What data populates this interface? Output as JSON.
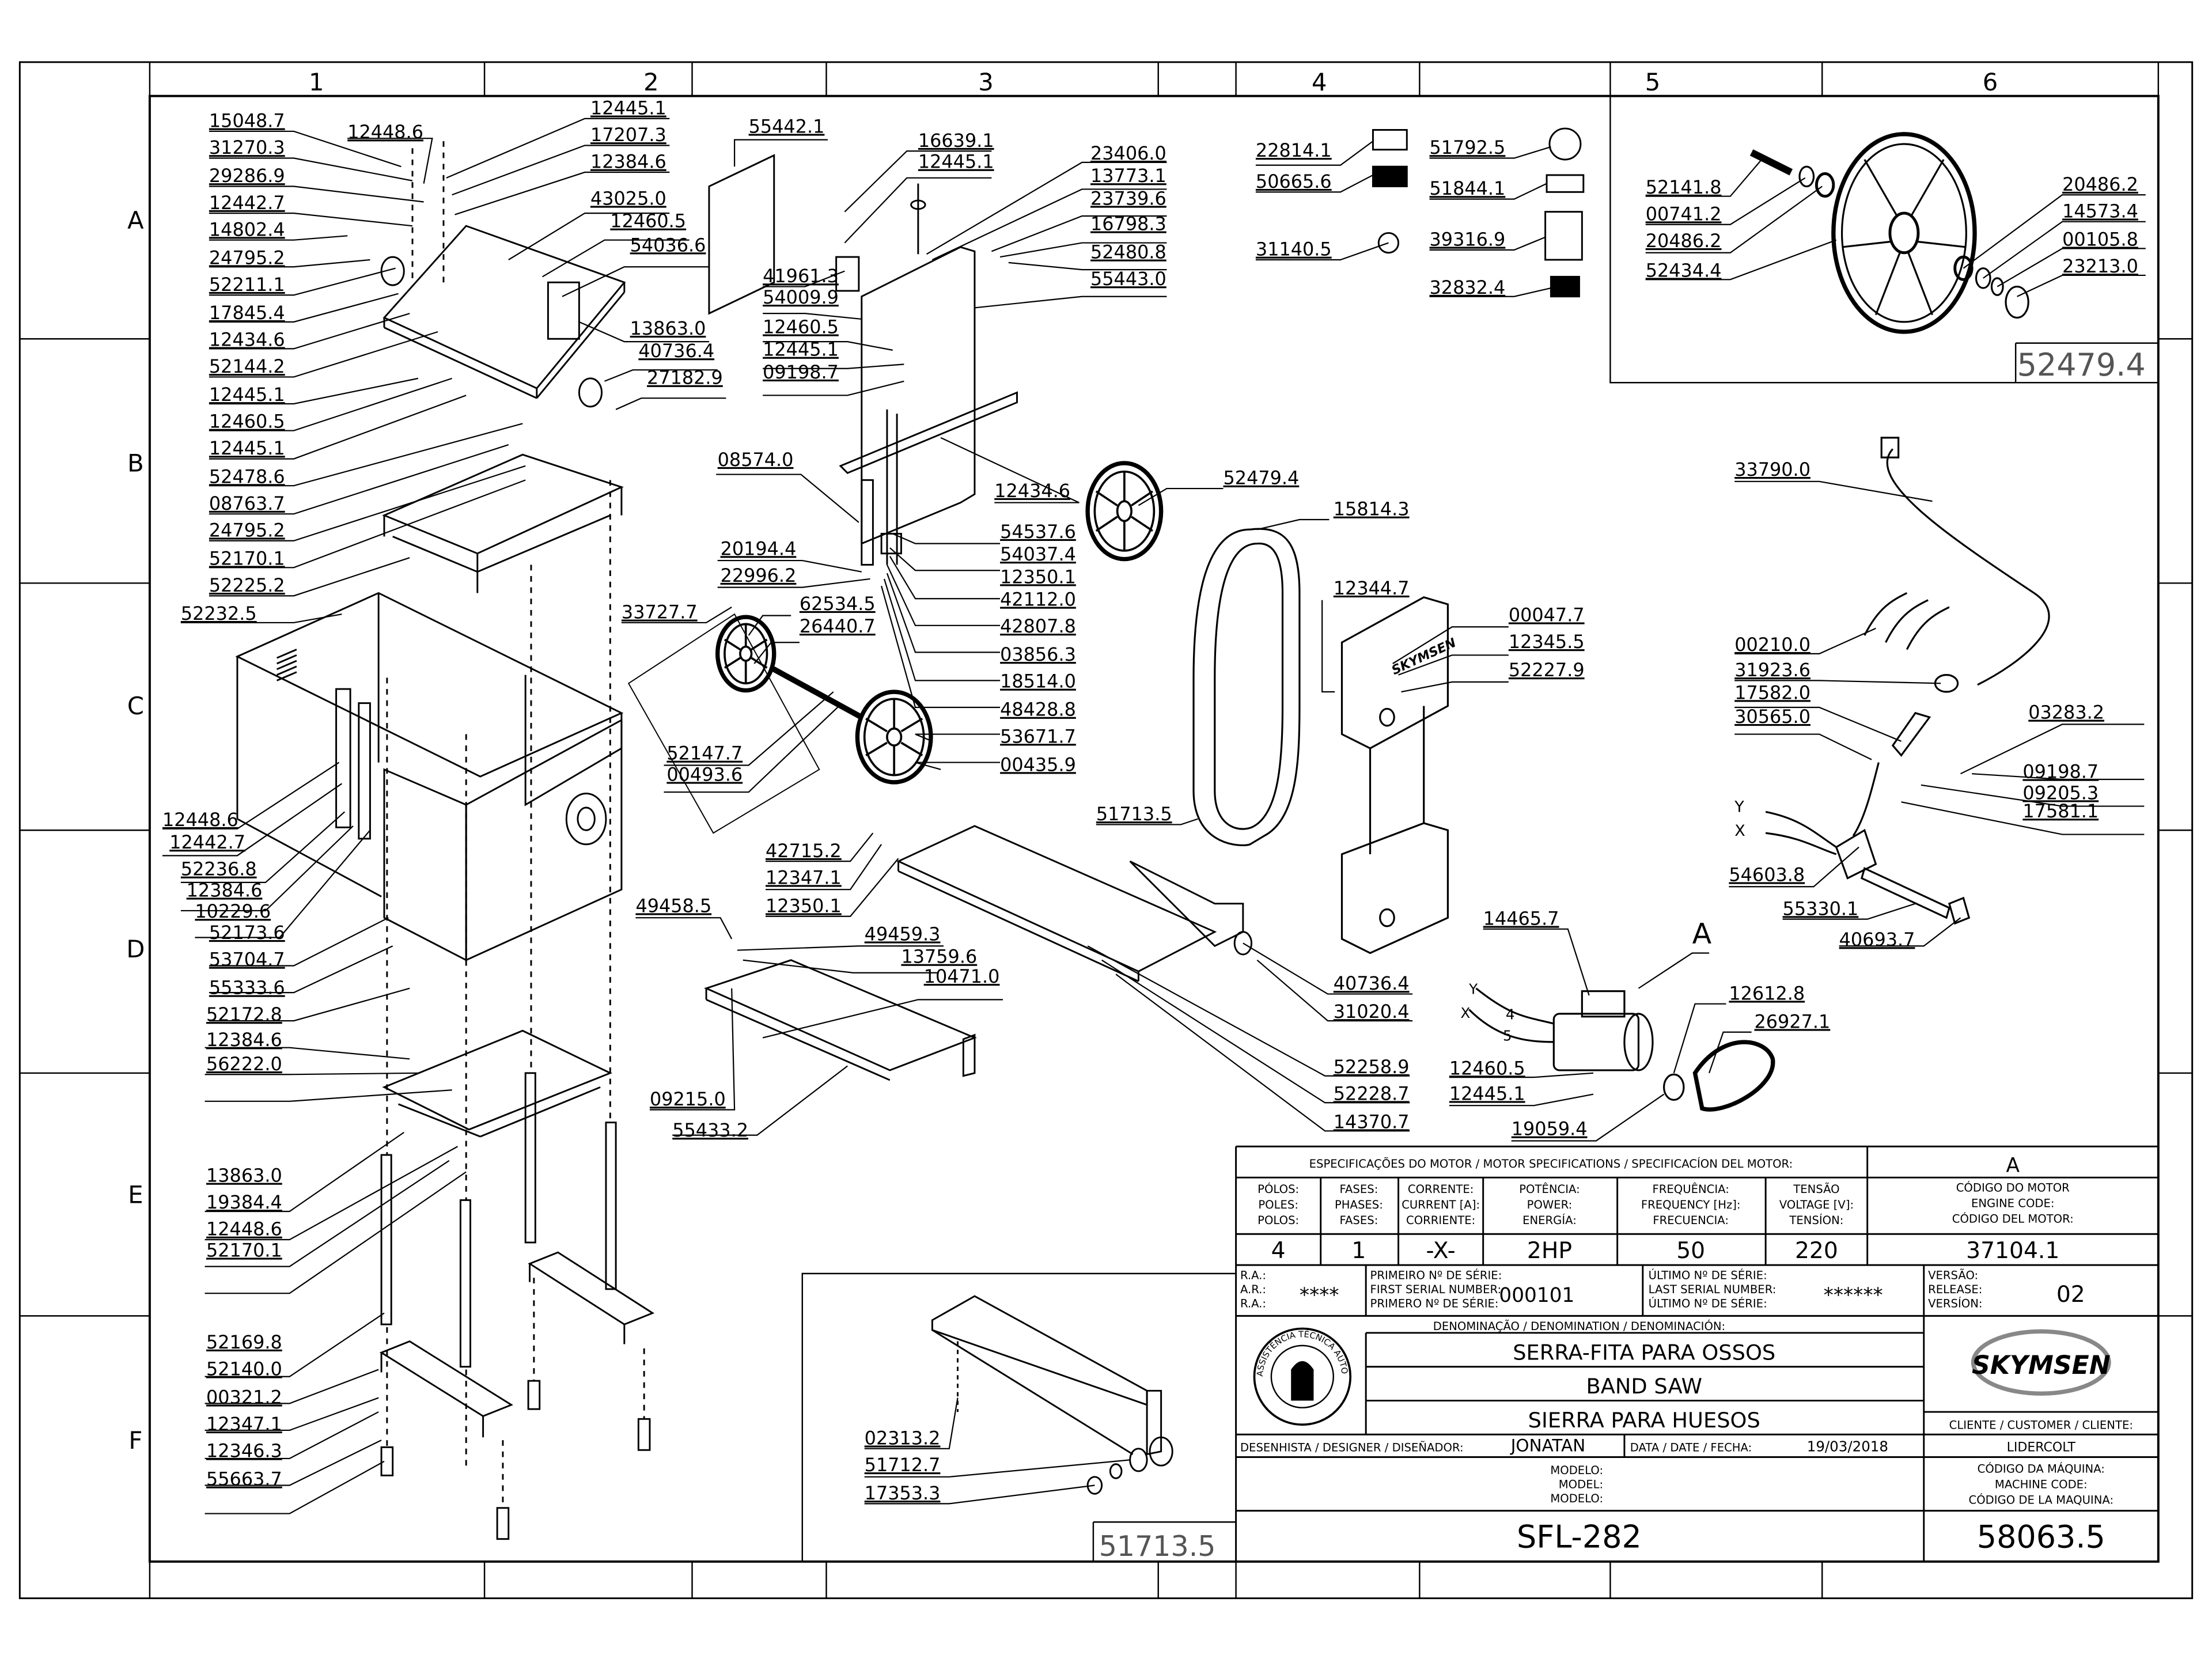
{
  "grid": {
    "columns": [
      "1",
      "2",
      "3",
      "4",
      "5",
      "6"
    ],
    "rows": [
      "A",
      "B",
      "C",
      "D",
      "E",
      "F"
    ]
  },
  "labels_left": [
    "15048.7",
    "31270.3",
    "29286.9",
    "12442.7",
    "14802.4",
    "24795.2",
    "52211.1",
    "17845.4",
    "12434.6",
    "52144.2",
    "12445.1",
    "12460.5",
    "12445.1",
    "52478.6",
    "08763.7",
    "24795.2",
    "52170.1",
    "52225.2",
    "52232.5"
  ],
  "labels_top1": [
    "12448.6",
    "12445.1",
    "17207.3",
    "12384.6",
    "43025.0",
    "12460.5",
    "54036.6",
    "13863.0",
    "40736.4",
    "27182.9"
  ],
  "labels_lower_left": [
    "12448.6",
    "12442.7",
    "52236.8",
    "12384.6",
    "10229.6",
    "52173.6",
    "53704.7",
    "55333.6",
    "52172.8",
    "12384.6",
    "56222.0",
    "13863.0",
    "19384.4",
    "12448.6",
    "52170.1",
    "52169.8",
    "52140.0",
    "00321.2",
    "12347.1",
    "12346.3",
    "55663.7"
  ],
  "labels_col3": [
    "55442.1",
    "16639.1",
    "12445.1",
    "23406.0",
    "13773.1",
    "23739.6",
    "16798.3",
    "52480.8",
    "55443.0",
    "41961.3",
    "54009.9",
    "12460.5",
    "12445.1",
    "09198.7",
    "08574.0",
    "20194.4",
    "22996.2",
    "12434.6",
    "54537.6",
    "54037.4",
    "12350.1",
    "42112.0",
    "42807.8",
    "03856.3",
    "18514.0",
    "48428.8",
    "53671.7",
    "00435.9",
    "33727.7",
    "62534.5",
    "26440.7",
    "52147.7",
    "00493.6",
    "52479.4",
    "15814.3"
  ],
  "labels_middle": [
    "42715.2",
    "12347.1",
    "12350.1",
    "49458.5",
    "49459.3",
    "13759.6",
    "10471.0",
    "09215.0",
    "55433.2",
    "51713.5",
    "40736.4",
    "31020.4",
    "52258.9",
    "52228.7",
    "14370.7",
    "12344.7",
    "00047.7",
    "12345.5",
    "52227.9"
  ],
  "labels_col4_decals": [
    "22814.1",
    "50665.6",
    "31140.5",
    "51792.5",
    "51844.1",
    "39316.9",
    "32832.4"
  ],
  "labels_wheel_detail": [
    "52141.8",
    "00741.2",
    "20486.2",
    "52434.4",
    "20486.2",
    "14573.4",
    "00105.8",
    "23213.0"
  ],
  "detail_ref_wheel": "52479.4",
  "labels_electrical": [
    "33790.0",
    "00210.0",
    "31923.6",
    "17582.0",
    "30565.0",
    "03283.2",
    "09198.7",
    "09205.3",
    "17581.1",
    "54603.8",
    "55330.1",
    "40693.7"
  ],
  "wire_letters": [
    "Y",
    "X"
  ],
  "motor_letters": [
    "Y",
    "X",
    "4",
    "5"
  ],
  "detail_letter_motor": "A",
  "labels_motor": [
    "14465.7",
    "12612.8",
    "26927.1",
    "12460.5",
    "12445.1",
    "19059.4"
  ],
  "labels_guard_detail": [
    "02313.2",
    "51712.7",
    "17353.3"
  ],
  "detail_ref_guard": "51713.5",
  "brand_decal_text": "SKYMSEN",
  "title_block": {
    "motor_spec_header": "ESPECIFICAÇÕES DO MOTOR / MOTOR SPECIFICATIONS / SPECIFICACÍON DEL MOTOR:",
    "motor_code_letter": "A",
    "columns": [
      {
        "l1": "PÓLOS:",
        "l2": "POLES:",
        "l3": "POLOS:",
        "value": "4"
      },
      {
        "l1": "FASES:",
        "l2": "PHASES:",
        "l3": "FASES:",
        "value": "1"
      },
      {
        "l1": "CORRENTE:",
        "l2": "CURRENT [A]:",
        "l3": "CORRIENTE:",
        "value": "-X-"
      },
      {
        "l1": "POTÊNCIA:",
        "l2": "POWER:",
        "l3": "ENERGÍA:",
        "value": "2HP"
      },
      {
        "l1": "FREQUÊNCIA:",
        "l2": "FREQUENCY [Hz]:",
        "l3": "FRECUENCIA:",
        "value": "50"
      },
      {
        "l1": "TENSÃO",
        "l2": "VOLTAGE [V]:",
        "l3": "TENSÍON:",
        "value": "220"
      }
    ],
    "motor_code_labels": [
      "CÓDIGO DO MOTOR",
      "ENGINE CODE:",
      "CÓDIGO DEL MOTOR:"
    ],
    "motor_code": "37104.1",
    "ra_labels": [
      "R.A.:",
      "A.R.:",
      "R.A.:"
    ],
    "ra_value": "****",
    "first_serial_labels": [
      "PRIMEIRO Nº DE SÉRIE:",
      "FIRST SERIAL NUMBER:",
      "PRIMERO Nº DE SÉRIE:"
    ],
    "first_serial": "000101",
    "last_serial_labels": [
      "ÚLTIMO Nº DE SÉRIE:",
      "LAST SERIAL NUMBER:",
      "ÚLTIMO Nº DE SÉRIE:"
    ],
    "last_serial": "******",
    "version_labels": [
      "VERSÃO:",
      "RELEASE:",
      "VERSÍON:"
    ],
    "version": "02",
    "denomination_header": "DENOMINAÇÃO / DENOMINATION / DENOMINACIÓN:",
    "names": [
      "SERRA-FITA PARA OSSOS",
      "BAND SAW",
      "SIERRA PARA HUESOS"
    ],
    "seal_text": "ASSISTÊNCIA TÉCNICA AUTORIZADA",
    "brand": "SKYMSEN",
    "client_label": "CLIENTE / CUSTOMER / CLIENTE:",
    "client": "LIDERCOLT",
    "designer_label": "DESENHISTA / DESIGNER / DISEÑADOR:",
    "designer": "JONATAN",
    "date_label": "DATA / DATE / FECHA:",
    "date": "19/03/2018",
    "model_labels": [
      "MODELO:",
      "MODEL:",
      "MODELO:"
    ],
    "model": "SFL-282",
    "machine_code_labels": [
      "CÓDIGO DA MÁQUINA:",
      "MACHINE CODE:",
      "CÓDIGO DE LA MAQUINA:"
    ],
    "machine_code": "58063.5"
  }
}
